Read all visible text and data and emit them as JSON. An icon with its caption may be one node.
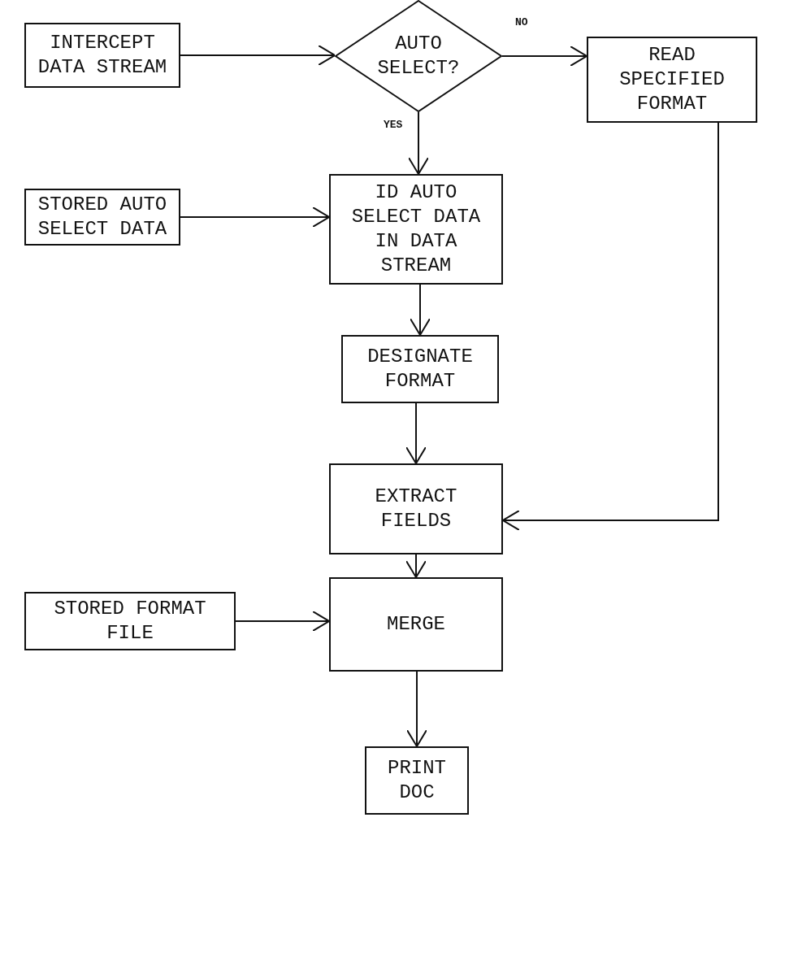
{
  "diagram": {
    "nodes": [
      {
        "text": [
          "INTERCEPT DATA STREAM"
        ]
      },
      {
        "text": [
          "AUTO SELECT?"
        ]
      },
      {
        "text": [
          "READ SPECIFIED FORMAT"
        ]
      },
      {
        "text": [
          "STORED AUTO SELECT DATA"
        ]
      },
      {
        "text": [
          "ID AUTO SELECT DATA IN DATA STREAM"
        ]
      },
      {
        "text": [
          "DESIGNATE FORMAT"
        ]
      },
      {
        "text": [
          "EXTRACT FIELDS"
        ]
      },
      {
        "text": [
          "STORED FORMAT FILE"
        ]
      },
      {
        "text": [
          "MERGE"
        ]
      },
      {
        "text": [
          "PRINT DOC"
        ]
      }
    ],
    "edges": [
      {
        "from": 0,
        "to": 1,
        "arrow": "to"
      },
      {
        "from": 1,
        "to": 2,
        "arrow": "to",
        "label": "NO"
      },
      {
        "from": 1,
        "to": 4,
        "arrow": "to",
        "label": "YES"
      },
      {
        "from": 3,
        "to": 4,
        "arrow": "to"
      },
      {
        "from": 4,
        "to": 5,
        "arrow": "to"
      },
      {
        "from": 5,
        "to": 6,
        "arrow": "to"
      },
      {
        "from": 2,
        "to": 6,
        "arrow": "to"
      },
      {
        "from": 6,
        "to": 8,
        "arrow": "to"
      },
      {
        "from": 7,
        "to": 8,
        "arrow": "to"
      },
      {
        "from": 8,
        "to": 9,
        "arrow": "to"
      }
    ]
  }
}
